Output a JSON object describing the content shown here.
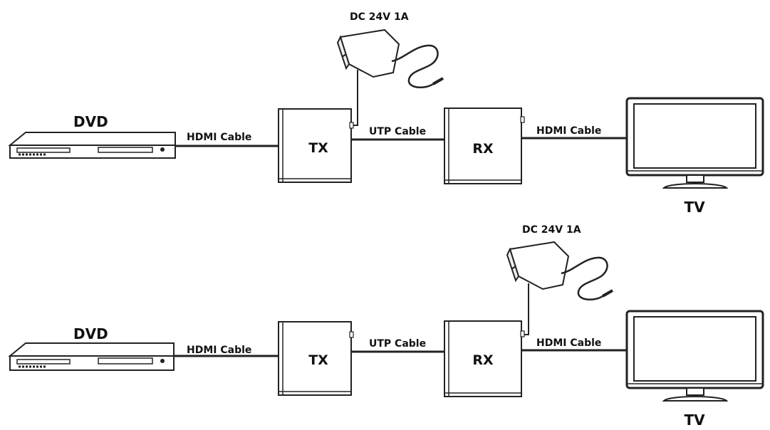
{
  "diagram": {
    "rows": [
      {
        "source": "DVD",
        "transmitter": "TX",
        "receiver": "RX",
        "display": "TV",
        "cable_source_tx": "HDMI Cable",
        "cable_tx_rx": "UTP Cable",
        "cable_rx_display": "HDMI Cable",
        "power_label": "DC 24V 1A",
        "powered_unit": "TX"
      },
      {
        "source": "DVD",
        "transmitter": "TX",
        "receiver": "RX",
        "display": "TV",
        "cable_source_tx": "HDMI Cable",
        "cable_tx_rx": "UTP Cable",
        "cable_rx_display": "HDMI Cable",
        "power_label": "DC 24V 1A",
        "powered_unit": "RX"
      }
    ]
  }
}
